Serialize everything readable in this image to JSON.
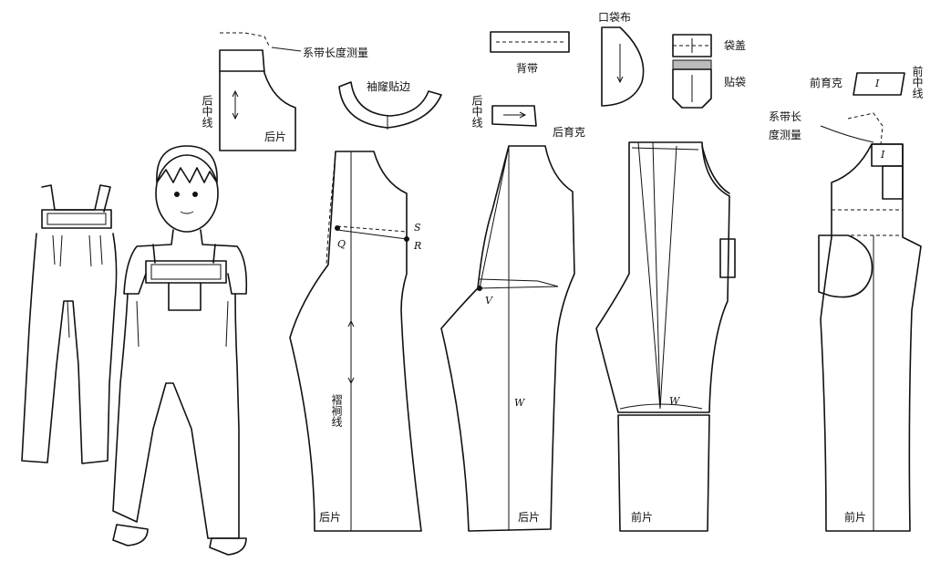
{
  "labels": {
    "strap_measure_back": "系带长度测量",
    "armhole_facing": "袖窿贴边",
    "back_center_line_top": "后中线",
    "back_piece_small": "后片",
    "back_strap": "背带",
    "pocket_cloth": "口袋布",
    "pocket_flap": "袋盖",
    "patch_pocket": "贴袋",
    "front_yoke": "前育克",
    "front_center_line": "前中线",
    "back_center_line_mid": "后中线",
    "back_yoke": "后育克",
    "strap_measure_front_1": "系带长",
    "strap_measure_front_2": "度测量",
    "crease_line": "褶裥线",
    "back_piece_1": "后片",
    "back_piece_2": "后片",
    "front_piece_1": "前片",
    "front_piece_2": "前片",
    "mark_Q": "Q",
    "mark_S": "S",
    "mark_R": "R",
    "mark_V": "V",
    "mark_W1": "W",
    "mark_W2": "W",
    "mark_I_yoke": "I",
    "mark_I_front": "I"
  }
}
